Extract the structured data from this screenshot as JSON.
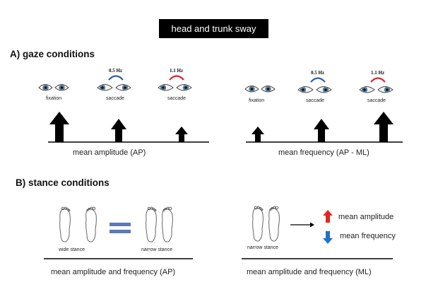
{
  "title": "head and trunk sway",
  "section_a": {
    "label": "A) gaze conditions",
    "left": {
      "conditions": [
        {
          "label": "fixation",
          "freq": ""
        },
        {
          "label": "saccade",
          "freq": "0.5 Hz"
        },
        {
          "label": "saccade",
          "freq": "1.1 Hz"
        }
      ],
      "axis_label": "mean amplitude (AP)"
    },
    "right": {
      "conditions": [
        {
          "label": "fixation",
          "freq": ""
        },
        {
          "label": "saccade",
          "freq": "0.5 Hz"
        },
        {
          "label": "saccade",
          "freq": "1.1 Hz"
        }
      ],
      "axis_label": "mean  frequency (AP - ML)"
    }
  },
  "section_b": {
    "label": "B) stance conditions",
    "left": {
      "stance_1": "wide stance",
      "stance_2": "narrow stance",
      "axis_label": "mean amplitude and frequency (AP)"
    },
    "right": {
      "stance": "narrow stance",
      "up_label": "mean amplitude",
      "down_label": "mean frequency",
      "axis_label": "mean amplitude and frequency (ML)"
    }
  },
  "colors": {
    "freq_05_arc": "#2e5fa8",
    "freq_11_arc": "#d9282f",
    "equals": "#5a79b5",
    "up_arrow": "#e8241c",
    "down_arrow": "#1f73c9"
  }
}
